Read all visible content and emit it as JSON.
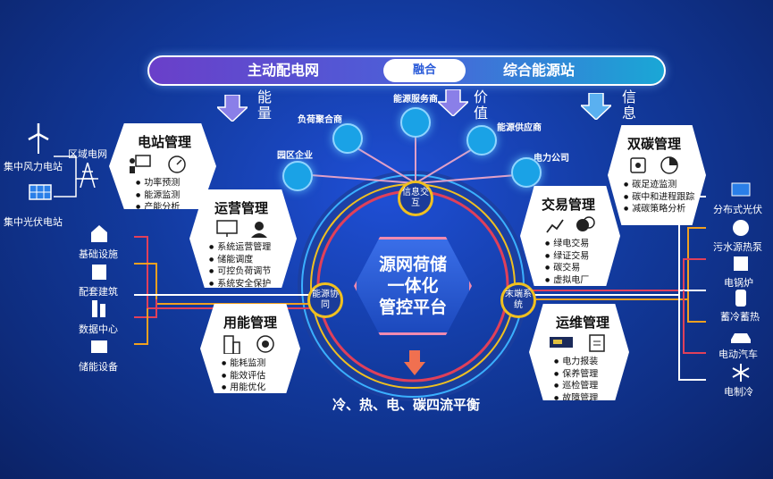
{
  "top_bar": {
    "left": "主动配电网",
    "middle": "融合",
    "right": "综合能源站"
  },
  "flows": {
    "left": "能量",
    "middle": "价值",
    "right": "信息"
  },
  "bubbles": [
    {
      "label": "负荷聚合商"
    },
    {
      "label": "能源服务商"
    },
    {
      "label": "能源供应商"
    },
    {
      "label": "园区企业"
    },
    {
      "label": "电力公司"
    }
  ],
  "hub": {
    "info": "信息交互",
    "energy": "能源协同",
    "terminal": "末端系统"
  },
  "center": {
    "line1": "源网荷储",
    "line2": "一体化",
    "line3": "管控平台"
  },
  "balance": "冷、热、电、碳四流平衡",
  "cards": {
    "station": {
      "title": "电站管理",
      "items": [
        "功率预测",
        "能源监测",
        "产能分析"
      ]
    },
    "operation": {
      "title": "运营管理",
      "items": [
        "系统运营管理",
        "储能调度",
        "可控负荷调节",
        "系统安全保护"
      ]
    },
    "energy_use": {
      "title": "用能管理",
      "items": [
        "能耗监测",
        "能效评估",
        "用能优化"
      ]
    },
    "carbon": {
      "title": "双碳管理",
      "items": [
        "碳足迹监测",
        "碳中和进程跟踪",
        "减碳策略分析"
      ]
    },
    "trade": {
      "title": "交易管理",
      "items": [
        "绿电交易",
        "绿证交易",
        "碳交易",
        "虚拟电厂"
      ]
    },
    "maintenance": {
      "title": "运维管理",
      "items": [
        "电力报装",
        "保养管理",
        "巡检管理",
        "故障管理"
      ]
    }
  },
  "left_side": {
    "wind": "集中风力电站",
    "grid": "区域电网",
    "solar": "集中光伏电站",
    "items": [
      "基础设施",
      "配套建筑",
      "数据中心",
      "储能设备"
    ]
  },
  "right_side": {
    "items": [
      "分布式光伏",
      "污水源热泵",
      "电锅炉",
      "蓄冷蓄热",
      "电动汽车",
      "电制冷"
    ]
  },
  "colors": {
    "accent_orange": "#f0a020",
    "accent_red": "#e0405a",
    "accent_yellow": "#f0c020",
    "line_white": "#ffffff"
  }
}
